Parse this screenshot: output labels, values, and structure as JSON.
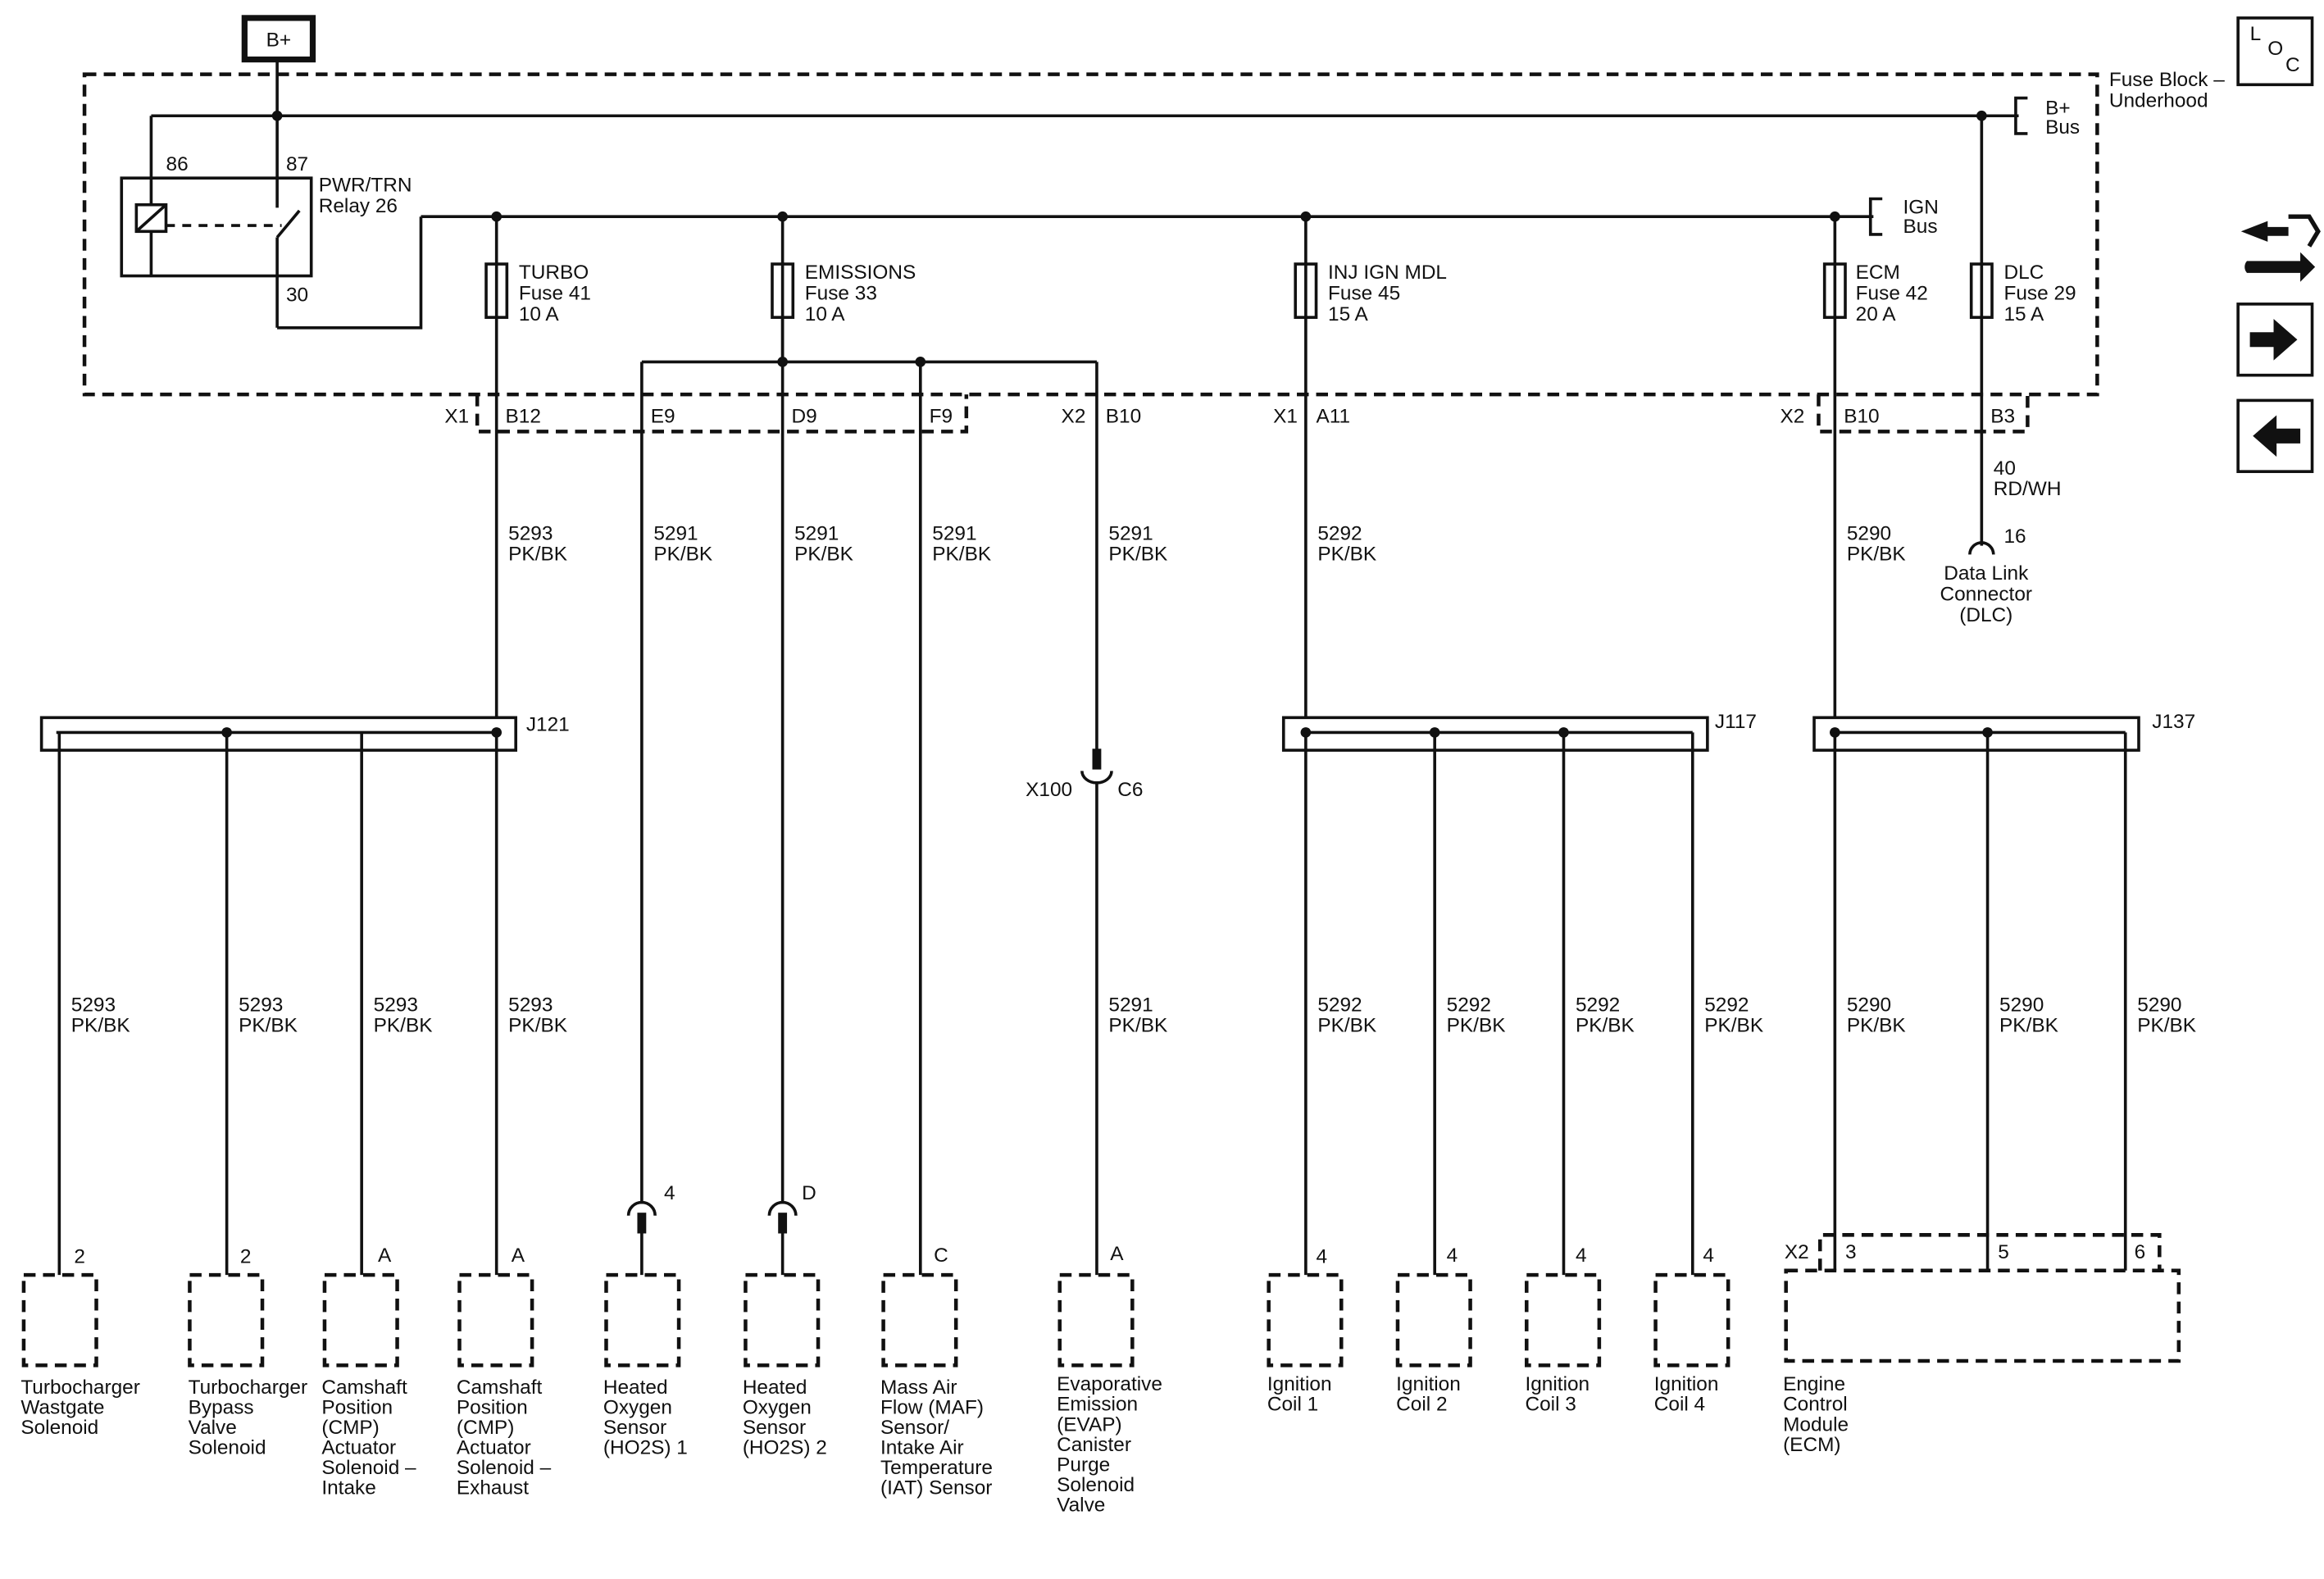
{
  "power": {
    "source": "B+"
  },
  "loc": {
    "l": "L",
    "o": "O",
    "c": "C"
  },
  "fuse_block": {
    "label_1": "Fuse Block –",
    "label_2": "Underhood"
  },
  "bus": {
    "bplus_1": "B+",
    "bplus_2": "Bus",
    "ign_1": "IGN",
    "ign_2": "Bus"
  },
  "relay": {
    "pin86": "86",
    "pin87": "87",
    "pin30": "30",
    "name_1": "PWR/TRN",
    "name_2": "Relay 26"
  },
  "fuses": {
    "turbo": {
      "name": "TURBO",
      "fuse": "Fuse 41",
      "rating": "10 A"
    },
    "emissions": {
      "name": "EMISSIONS",
      "fuse": "Fuse 33",
      "rating": "10 A"
    },
    "inj": {
      "name": "INJ IGN MDL",
      "fuse": "Fuse 45",
      "rating": "15 A"
    },
    "ecm": {
      "name": "ECM",
      "fuse": "Fuse 42",
      "rating": "20 A"
    },
    "dlc": {
      "name": "DLC",
      "fuse": "Fuse 29",
      "rating": "15 A"
    }
  },
  "connectors": {
    "x1a": "X1",
    "b12": "B12",
    "e9": "E9",
    "d9": "D9",
    "f9": "F9",
    "x2a": "X2",
    "b10a": "B10",
    "x1b": "X1",
    "a11": "A11",
    "x2b": "X2",
    "b10b": "B10",
    "b3": "B3"
  },
  "wires": {
    "w5293": "5293",
    "w5291": "5291",
    "w5292": "5292",
    "w5290": "5290",
    "pkbk": "PK/BK",
    "dlc_circuit": "40",
    "dlc_color": "RD/WH"
  },
  "dlc": {
    "pin": "16",
    "label_1": "Data Link",
    "label_2": "Connector",
    "label_3": "(DLC)"
  },
  "splices": {
    "j121": "J121",
    "j117": "J117",
    "j137": "J137"
  },
  "inline": {
    "x100": "X100",
    "c6": "C6"
  },
  "pins": {
    "turbo_wg": "2",
    "turbo_bp": "2",
    "cmp_int": "A",
    "cmp_exh": "A",
    "ho2s1": "4",
    "ho2s2": "D",
    "maf": "C",
    "evap": "A",
    "coil1": "4",
    "coil2": "4",
    "coil3": "4",
    "coil4": "4",
    "ecm_x2": "X2",
    "ecm_3": "3",
    "ecm_5": "5",
    "ecm_6": "6"
  },
  "components": {
    "wastegate": [
      "Turbocharger",
      "Wastgate",
      "Solenoid"
    ],
    "bypass": [
      "Turbocharger",
      "Bypass",
      "Valve",
      "Solenoid"
    ],
    "cmp_intake": [
      "Camshaft",
      "Position",
      "(CMP)",
      "Actuator",
      "Solenoid –",
      "Intake"
    ],
    "cmp_exhaust": [
      "Camshaft",
      "Position",
      "(CMP)",
      "Actuator",
      "Solenoid –",
      "Exhaust"
    ],
    "ho2s1": [
      "Heated",
      "Oxygen",
      "Sensor",
      "(HO2S) 1"
    ],
    "ho2s2": [
      "Heated",
      "Oxygen",
      "Sensor",
      "(HO2S) 2"
    ],
    "maf": [
      "Mass Air",
      "Flow (MAF)",
      "Sensor/",
      "Intake Air",
      "Temperature",
      "(IAT) Sensor"
    ],
    "evap": [
      "Evaporative",
      "Emission",
      "(EVAP)",
      "Canister",
      "Purge",
      "Solenoid",
      "Valve"
    ],
    "coil1": [
      "Ignition",
      "Coil 1"
    ],
    "coil2": [
      "Ignition",
      "Coil 2"
    ],
    "coil3": [
      "Ignition",
      "Coil 3"
    ],
    "coil4": [
      "Ignition",
      "Coil 4"
    ],
    "ecm": [
      "Engine",
      "Control",
      "Module",
      "(ECM)"
    ]
  },
  "nav": {
    "icon_1": "wrench-connector-icon",
    "icon_2": "arrow-right-icon",
    "icon_3": "arrow-left-icon"
  }
}
